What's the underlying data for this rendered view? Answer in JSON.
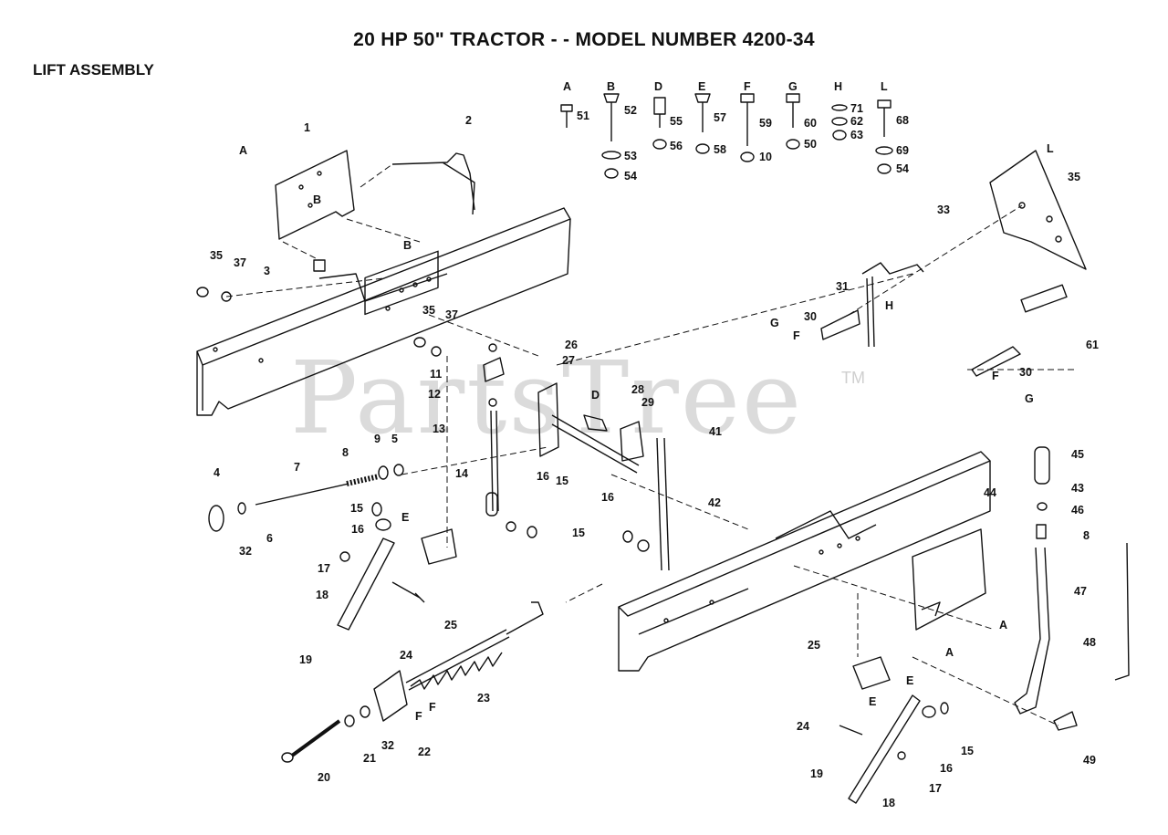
{
  "title": "20 HP 50\" TRACTOR - - MODEL NUMBER 4200-34",
  "subtitle": "LIFT ASSEMBLY",
  "watermark": "PartsTree",
  "watermark_tm": "TM",
  "hardware_columns": [
    {
      "letter": "A",
      "parts": [
        "51"
      ]
    },
    {
      "letter": "B",
      "parts": [
        "52",
        "53",
        "54"
      ]
    },
    {
      "letter": "D",
      "parts": [
        "55",
        "56"
      ]
    },
    {
      "letter": "E",
      "parts": [
        "57",
        "58"
      ]
    },
    {
      "letter": "F",
      "parts": [
        "59",
        "10"
      ]
    },
    {
      "letter": "G",
      "parts": [
        "60",
        "50"
      ]
    },
    {
      "letter": "H",
      "parts": [
        "71",
        "62",
        "63"
      ]
    },
    {
      "letter": "L",
      "parts": [
        "68",
        "69",
        "54"
      ]
    }
  ],
  "callouts": [
    "1",
    "2",
    "A",
    "B",
    "B",
    "3",
    "35",
    "37",
    "35",
    "37",
    "11",
    "12",
    "13",
    "26",
    "27",
    "D",
    "28",
    "29",
    "41",
    "9",
    "5",
    "8",
    "7",
    "4",
    "32",
    "6",
    "15",
    "16",
    "E",
    "14",
    "16",
    "15",
    "16",
    "15",
    "42",
    "17",
    "18",
    "24",
    "25",
    "19",
    "23",
    "F",
    "F",
    "21",
    "32",
    "22",
    "20",
    "35",
    "33",
    "L",
    "31",
    "H",
    "30",
    "G",
    "F",
    "61",
    "30",
    "F",
    "G",
    "45",
    "43",
    "46",
    "8",
    "44",
    "47",
    "48",
    "A",
    "A",
    "25",
    "E",
    "E",
    "24",
    "16",
    "15",
    "19",
    "18",
    "17",
    "49"
  ]
}
